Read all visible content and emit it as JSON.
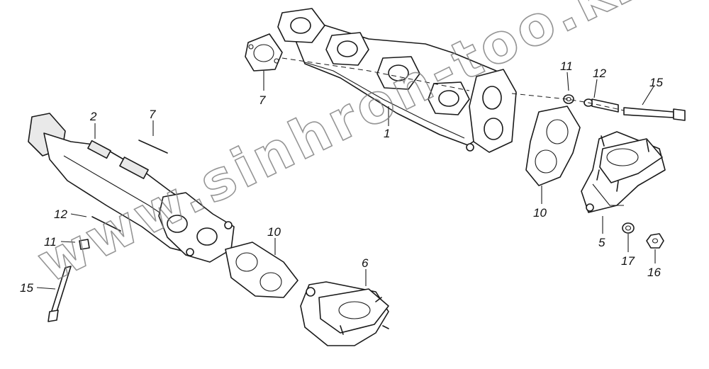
{
  "watermark": {
    "text": "www.sinhron-too.kz"
  },
  "callouts": [
    {
      "id": "c1",
      "label": "1"
    },
    {
      "id": "c2",
      "label": "2"
    },
    {
      "id": "c5",
      "label": "5"
    },
    {
      "id": "c6",
      "label": "6"
    },
    {
      "id": "c7a",
      "label": "7"
    },
    {
      "id": "c7b",
      "label": "7"
    },
    {
      "id": "c10a",
      "label": "10"
    },
    {
      "id": "c10b",
      "label": "10"
    },
    {
      "id": "c11a",
      "label": "11"
    },
    {
      "id": "c11b",
      "label": "11"
    },
    {
      "id": "c12a",
      "label": "12"
    },
    {
      "id": "c12b",
      "label": "12"
    },
    {
      "id": "c15a",
      "label": "15"
    },
    {
      "id": "c15b",
      "label": "15"
    },
    {
      "id": "c16",
      "label": "16"
    },
    {
      "id": "c17",
      "label": "17"
    }
  ]
}
